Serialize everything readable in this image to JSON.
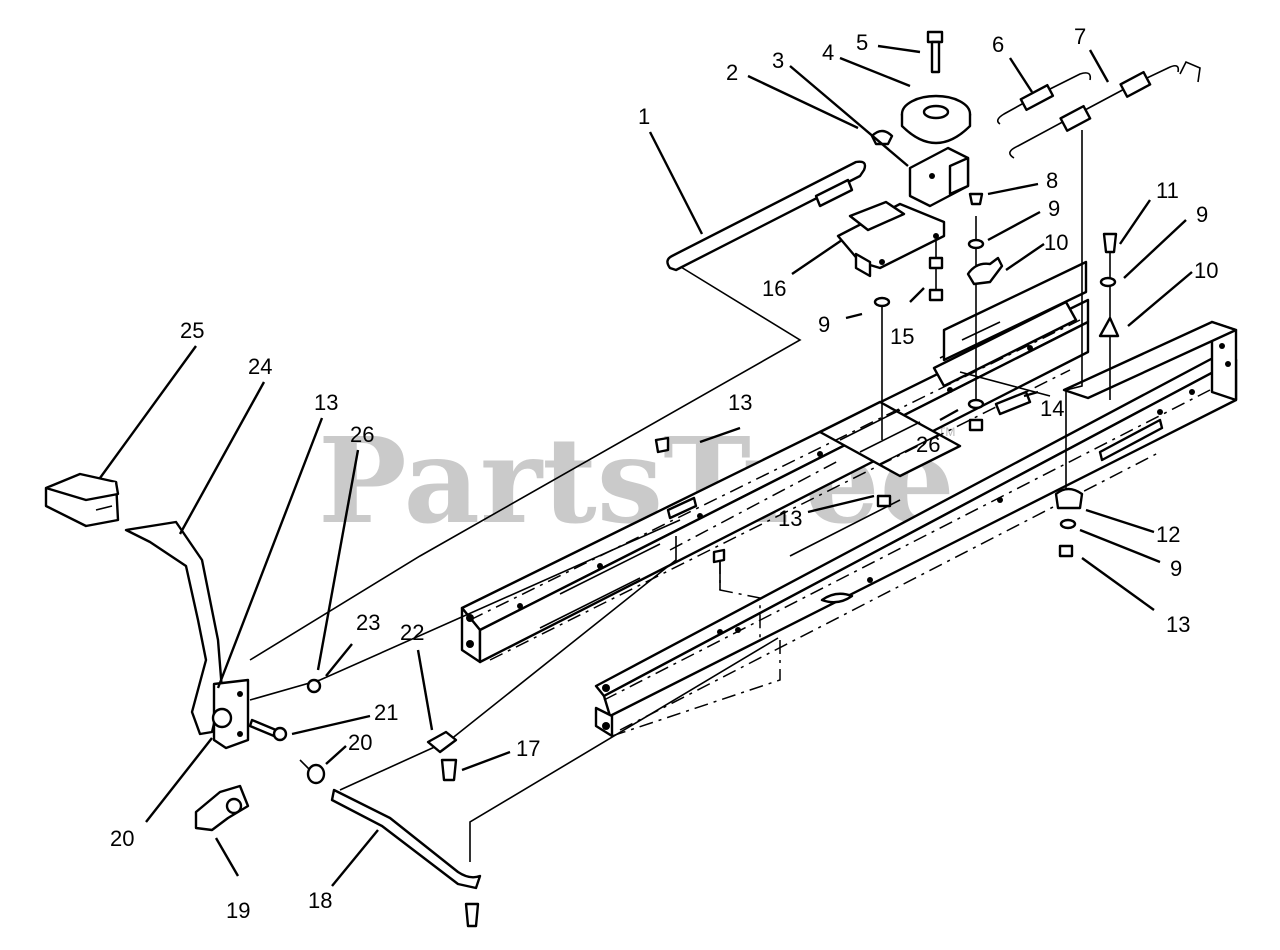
{
  "watermark": {
    "text": "PartsTree",
    "trademark": "TM"
  },
  "callouts": [
    {
      "id": "c1",
      "label": "1"
    },
    {
      "id": "c2",
      "label": "2"
    },
    {
      "id": "c3",
      "label": "3"
    },
    {
      "id": "c4",
      "label": "4"
    },
    {
      "id": "c5",
      "label": "5"
    },
    {
      "id": "c6",
      "label": "6"
    },
    {
      "id": "c7",
      "label": "7"
    },
    {
      "id": "c8",
      "label": "8"
    },
    {
      "id": "c9a",
      "label": "9"
    },
    {
      "id": "c10a",
      "label": "10"
    },
    {
      "id": "c11",
      "label": "11"
    },
    {
      "id": "c9b",
      "label": "9"
    },
    {
      "id": "c10b",
      "label": "10"
    },
    {
      "id": "c16",
      "label": "16"
    },
    {
      "id": "c9c",
      "label": "9"
    },
    {
      "id": "c15",
      "label": "15"
    },
    {
      "id": "c14",
      "label": "14"
    },
    {
      "id": "c26a",
      "label": "26"
    },
    {
      "id": "c13a",
      "label": "13"
    },
    {
      "id": "c13b",
      "label": "13"
    },
    {
      "id": "c12",
      "label": "12"
    },
    {
      "id": "c9d",
      "label": "9"
    },
    {
      "id": "c13c",
      "label": "13"
    },
    {
      "id": "c25",
      "label": "25"
    },
    {
      "id": "c24",
      "label": "24"
    },
    {
      "id": "c13d",
      "label": "13"
    },
    {
      "id": "c26b",
      "label": "26"
    },
    {
      "id": "c23",
      "label": "23"
    },
    {
      "id": "c22",
      "label": "22"
    },
    {
      "id": "c21",
      "label": "21"
    },
    {
      "id": "c20a",
      "label": "20"
    },
    {
      "id": "c17",
      "label": "17"
    },
    {
      "id": "c20b",
      "label": "20"
    },
    {
      "id": "c19",
      "label": "19"
    },
    {
      "id": "c18",
      "label": "18"
    }
  ]
}
